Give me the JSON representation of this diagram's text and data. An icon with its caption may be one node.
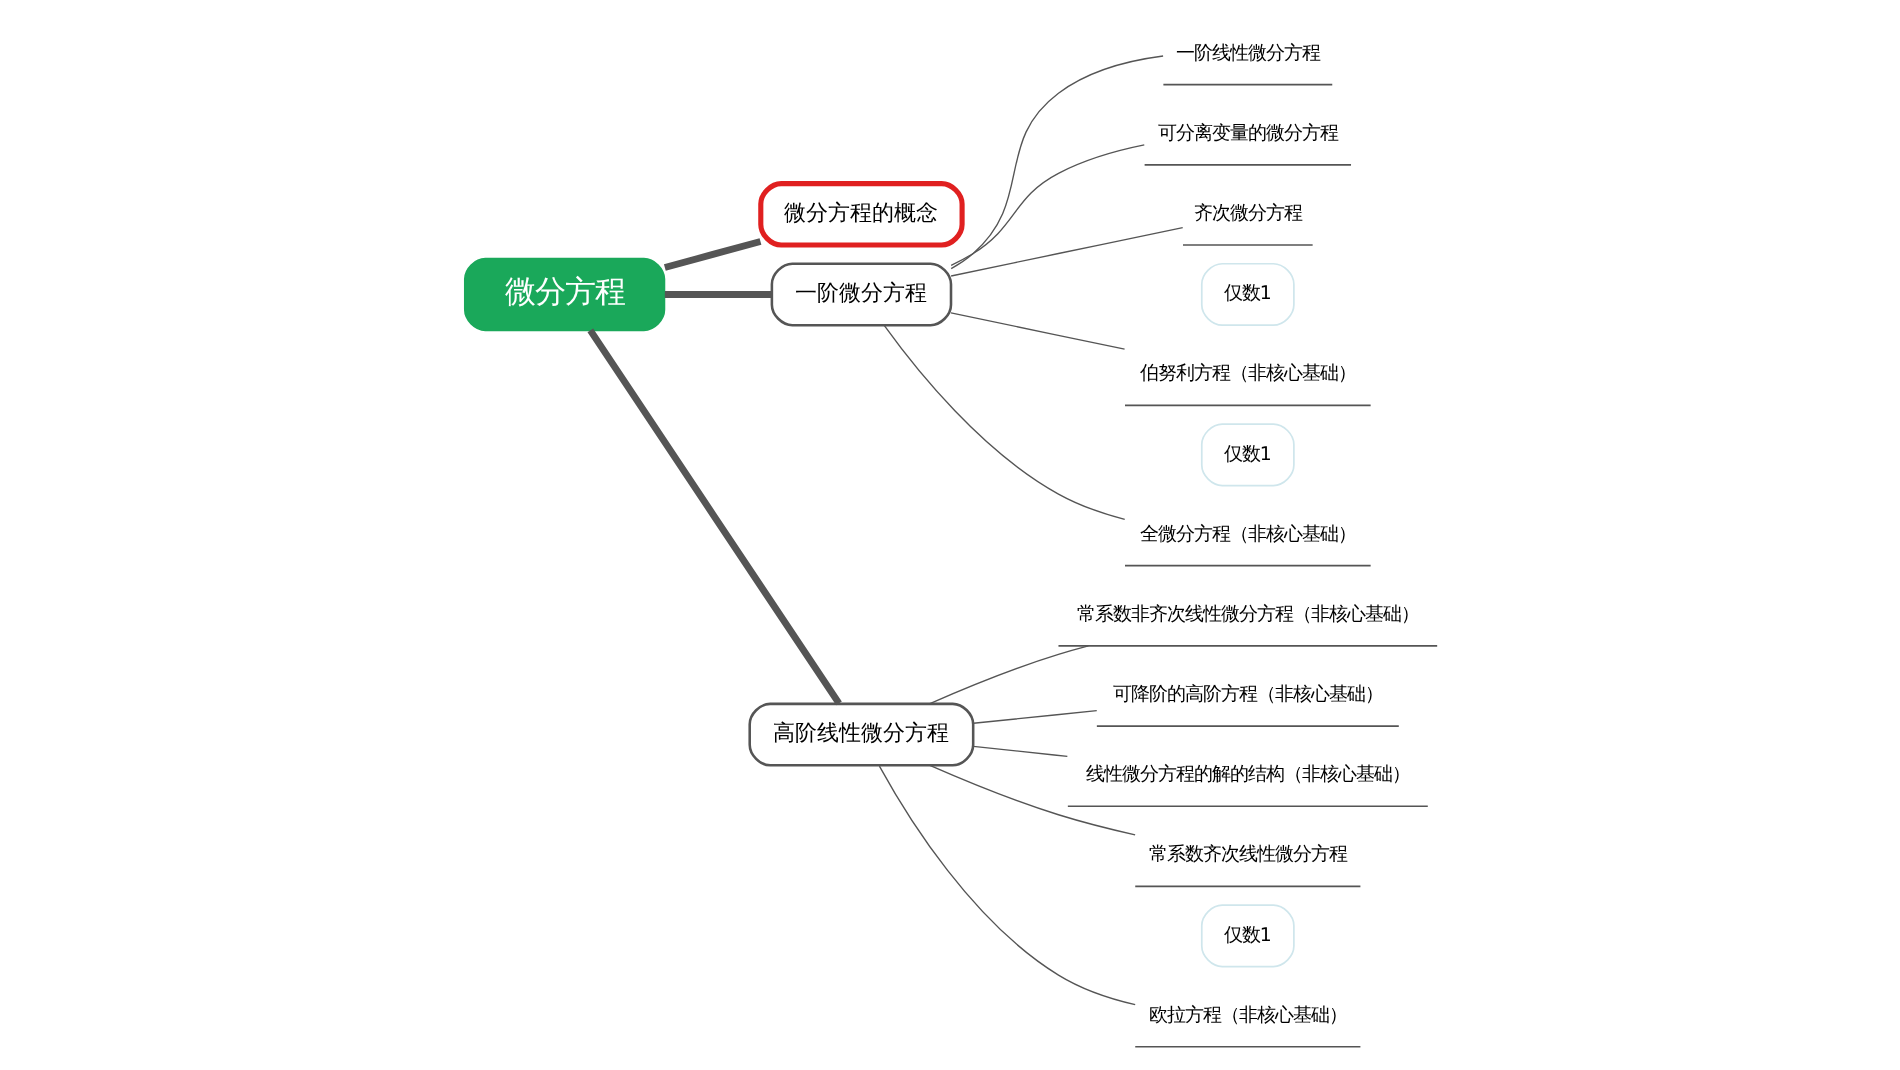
{
  "diagram": {
    "nodes": [
      {
        "text": [
          "微分方程"
        ]
      },
      {
        "text": [
          "微分方程的概念"
        ]
      },
      {
        "text": [
          "一阶微分方程"
        ]
      },
      {
        "text": [
          "可分离变量的微分方程"
        ]
      },
      {
        "text": [
          "齐次微分方程"
        ]
      },
      {
        "text": [
          "一阶线性微分方程"
        ]
      },
      {
        "text": [
          "伯努利方程（非核心基础）"
        ],
        "beside": [
          "仅数1"
        ]
      },
      {
        "text": [
          "全微分方程（非核心基础）"
        ],
        "beside": [
          "仅数1"
        ]
      },
      {
        "text": [
          "高阶线性微分方程"
        ]
      },
      {
        "text": [
          "可降阶的高阶方程（非核心基础）"
        ]
      },
      {
        "text": [
          "线性微分方程的解的结构（非核心基础）"
        ]
      },
      {
        "text": [
          "常系数齐次线性微分方程"
        ]
      },
      {
        "text": [
          "常系数非齐次线性微分方程（非核心基础）"
        ]
      },
      {
        "text": [
          "欧拉方程（非核心基础）"
        ],
        "beside": [
          "仅数1"
        ]
      }
    ],
    "edges": [
      {
        "from": 0,
        "to": 1,
        "arrow": "none",
        "style": "thick"
      },
      {
        "from": 0,
        "to": 2,
        "arrow": "none",
        "style": "thick"
      },
      {
        "from": 0,
        "to": 8,
        "arrow": "none",
        "style": "thick"
      },
      {
        "from": 2,
        "to": 3,
        "arrow": "none"
      },
      {
        "from": 2,
        "to": 4,
        "arrow": "none"
      },
      {
        "from": 2,
        "to": 5,
        "arrow": "none"
      },
      {
        "from": 2,
        "to": 6,
        "arrow": "none"
      },
      {
        "from": 2,
        "to": 7,
        "arrow": "none"
      },
      {
        "from": 8,
        "to": 9,
        "arrow": "none"
      },
      {
        "from": 8,
        "to": 10,
        "arrow": "none"
      },
      {
        "from": 8,
        "to": 11,
        "arrow": "none"
      },
      {
        "from": 8,
        "to": 12,
        "arrow": "none"
      },
      {
        "from": 8,
        "to": 13,
        "arrow": "none"
      }
    ]
  }
}
